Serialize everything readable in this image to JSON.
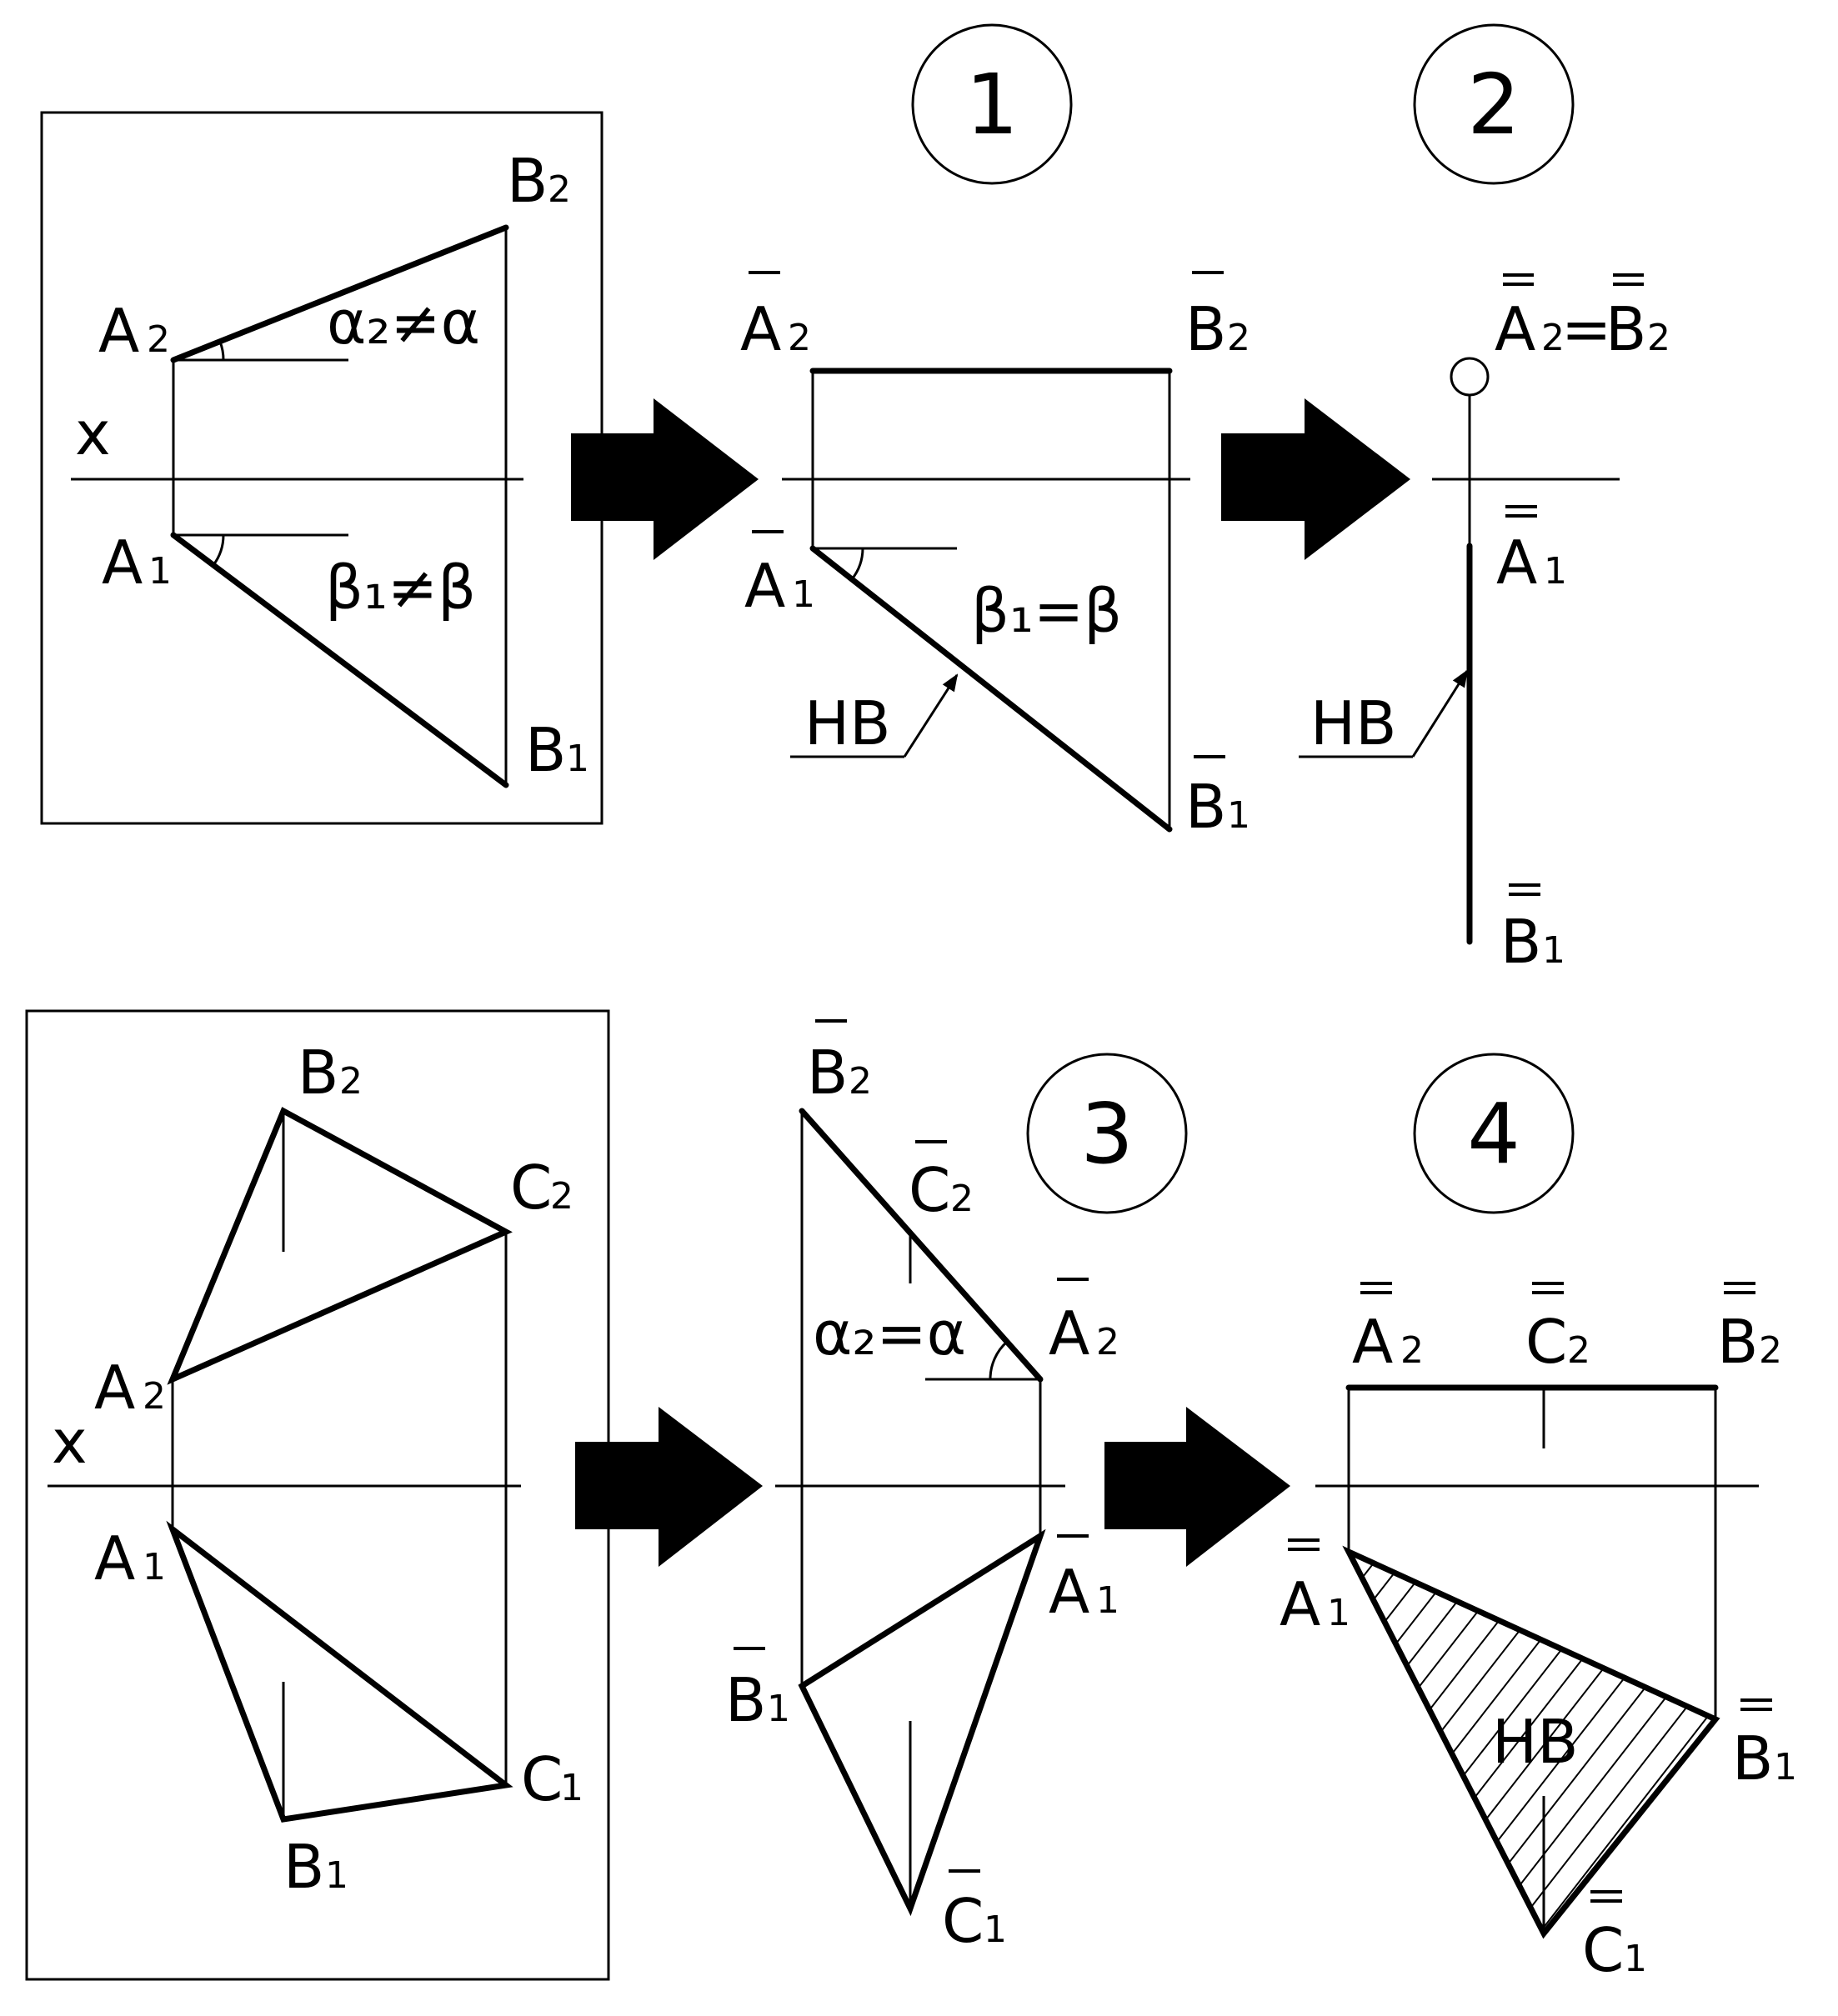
{
  "colors": {
    "ink": "#000000",
    "paper": "#ffffff"
  },
  "step_numbers": [
    "1",
    "2",
    "3",
    "4"
  ],
  "labels": {
    "A": "A",
    "B": "B",
    "C": "C",
    "sub1": "1",
    "sub2": "2",
    "x": "x",
    "hb": "HB",
    "alpha2_neq_alpha": "α₂≠α",
    "beta1_neq_beta": "β₁≠β",
    "beta1_eq_beta": "β₁=β",
    "alpha2_eq_alpha": "α₂=α",
    "eq": "="
  },
  "icons": [
    "arrow-right-icon"
  ]
}
